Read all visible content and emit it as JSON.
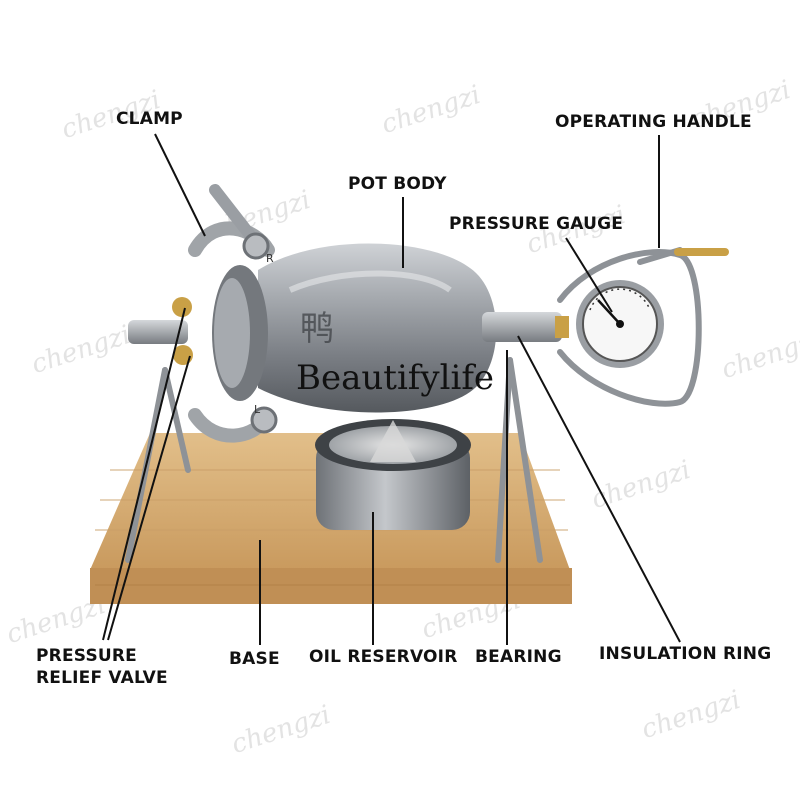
{
  "labels": {
    "clamp": "CLAMP",
    "pot_body": "POT BODY",
    "operating_handle": "OPERATING HANDLE",
    "pressure_gauge": "PRESSURE GAUGE",
    "pressure_relief_valve_line1": "PRESSURE",
    "pressure_relief_valve_line2": "RELIEF VALVE",
    "base": "BASE",
    "oil_reservoir": "OIL RESERVOIR",
    "bearing": "BEARING",
    "insulation_ring": "INSULATION RING"
  },
  "overlay_text": "Beautifylife",
  "watermark": "chengzi",
  "clamp_marks": {
    "left": "L",
    "right": "R"
  },
  "colors": {
    "metal": "#9a9ea3",
    "wood": "#d7b07a",
    "text": "#111111",
    "watermark": "#e3e3e3"
  }
}
